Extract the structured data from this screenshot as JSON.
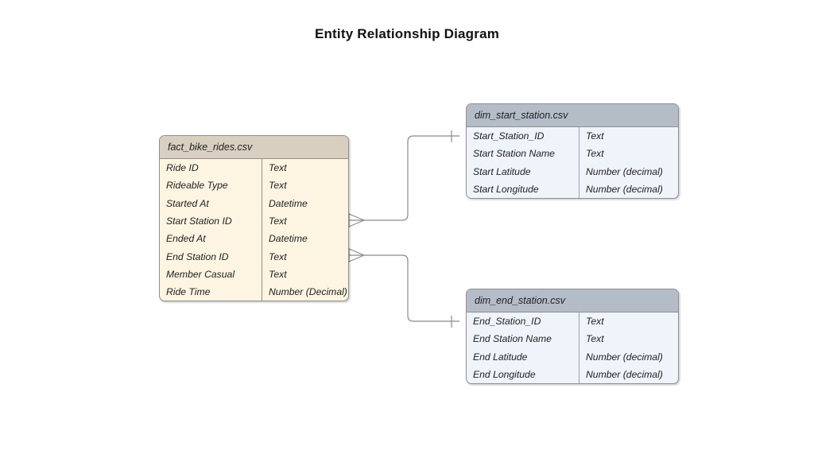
{
  "title": "Entity Relationship Diagram",
  "colors": {
    "background": "#ffffff",
    "fact_header": "#d9cfc0",
    "fact_body": "#fdf4e2",
    "dim_header": "#b4bcc8",
    "dim_body": "#eff3fa",
    "border": "#8f8f8f",
    "connector": "#8a8a8a",
    "title_text": "#111111"
  },
  "entities": [
    {
      "id": "fact_bike_rides",
      "name": "fact_bike_rides.csv",
      "kind": "fact",
      "columns": [
        {
          "name": "Ride ID",
          "type": "Text"
        },
        {
          "name": "Rideable Type",
          "type": "Text"
        },
        {
          "name": "Started At",
          "type": "Datetime"
        },
        {
          "name": "Start Station ID",
          "type": "Text"
        },
        {
          "name": "Ended At",
          "type": "Datetime"
        },
        {
          "name": "End Station ID",
          "type": "Text"
        },
        {
          "name": "Member Casual",
          "type": "Text"
        },
        {
          "name": "Ride Time",
          "type": "Number (Decimal)"
        }
      ]
    },
    {
      "id": "dim_start_station",
      "name": "dim_start_station.csv",
      "kind": "dim",
      "columns": [
        {
          "name": "Start_Station_ID",
          "type": "Text"
        },
        {
          "name": "Start Station Name",
          "type": "Text"
        },
        {
          "name": "Start Latitude",
          "type": "Number (decimal)"
        },
        {
          "name": "Start Longitude",
          "type": "Number (decimal)"
        }
      ]
    },
    {
      "id": "dim_end_station",
      "name": "dim_end_station.csv",
      "kind": "dim",
      "columns": [
        {
          "name": "End_Station_ID",
          "type": "Text"
        },
        {
          "name": "End Station Name",
          "type": "Text"
        },
        {
          "name": "End Latitude",
          "type": "Number (decimal)"
        },
        {
          "name": "End Longitude",
          "type": "Number (decimal)"
        }
      ]
    }
  ],
  "relationships": [
    {
      "id": "rel-start",
      "from": "fact_bike_rides.Start Station ID",
      "to": "dim_start_station.Start_Station_ID",
      "from_cardinality": "many",
      "to_cardinality": "one"
    },
    {
      "id": "rel-end",
      "from": "fact_bike_rides.End Station ID",
      "to": "dim_end_station.End_Station_ID",
      "from_cardinality": "many",
      "to_cardinality": "one"
    }
  ]
}
